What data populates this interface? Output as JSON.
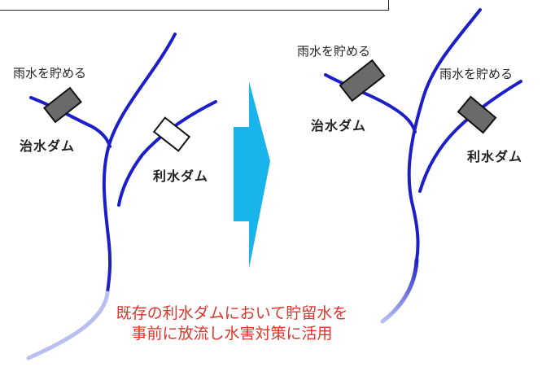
{
  "before": {
    "rain_label": "雨水を貯める",
    "flood_dam_label": "治水ダム",
    "water_use_dam_label": "利水ダム"
  },
  "after": {
    "rain_label_left": "雨水を貯める",
    "rain_label_right": "雨水を貯める",
    "flood_dam_label": "治水ダム",
    "water_use_dam_label": "利水ダム"
  },
  "caption": {
    "line1": "既存の利水ダムにおいて貯留水を",
    "line2": "事前に放流し水害対策に活用"
  },
  "colors": {
    "river": "#1c1fc8",
    "river_faded": "#b9bff0",
    "dam_filled": "#6a6a6a",
    "dam_outline": "#111111",
    "arrow": "#19b4ec",
    "caption": "#e0332a"
  }
}
